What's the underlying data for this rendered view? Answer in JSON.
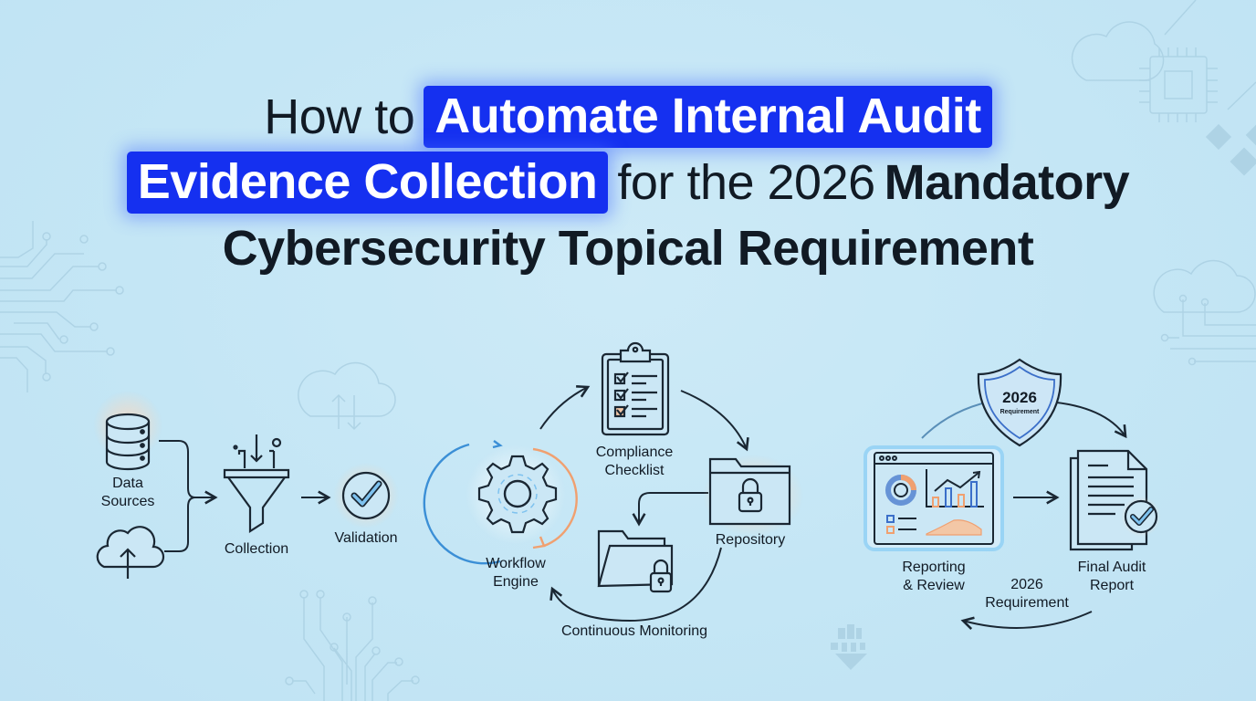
{
  "title": {
    "line1": {
      "plain": "How to",
      "highlight": "Automate Internal Audit"
    },
    "line2": {
      "highlight": "Evidence Collection",
      "plain": "for the 2026",
      "bold": "Mandatory"
    },
    "line3": {
      "bold": "Cybersecurity Topical Requirement"
    }
  },
  "colors": {
    "background": "#c4e6f5",
    "highlight": "#1530f0",
    "text": "#111a24",
    "accent_blue": "#3b8fd6",
    "accent_orange": "#f0a070"
  },
  "flow_left": {
    "data_sources": {
      "label_line1": "Data",
      "label_line2": "Sources",
      "icon": "database-icon"
    },
    "cloud_upload": {
      "icon": "cloud-upload-icon"
    },
    "collection": {
      "label": "Collection",
      "icon": "funnel-icon"
    },
    "validation": {
      "label": "Validation",
      "icon": "check-circle-icon"
    }
  },
  "flow_middle": {
    "compliance": {
      "label_line1": "Compliance",
      "label_line2": "Checklist",
      "icon": "clipboard-checklist-icon"
    },
    "repository": {
      "label": "Repository",
      "icon": "locked-folder-icon"
    },
    "workflow": {
      "label_line1": "Workflow",
      "label_line2": "Engine",
      "icon": "gear-icon"
    },
    "monitoring": {
      "label": "Continuous Monitoring",
      "icon": "open-locked-folder-icon"
    }
  },
  "flow_right": {
    "shield": {
      "year": "2026",
      "caption": "Requirement",
      "icon": "shield-icon"
    },
    "reporting": {
      "label_line1": "Reporting",
      "label_line2": "& Review",
      "icon": "dashboard-icon"
    },
    "final": {
      "label_line1": "Final Audit",
      "label_line2": "Report",
      "icon": "document-check-icon"
    },
    "requirement": {
      "label_line1": "2026",
      "label_line2": "Requirement"
    }
  }
}
